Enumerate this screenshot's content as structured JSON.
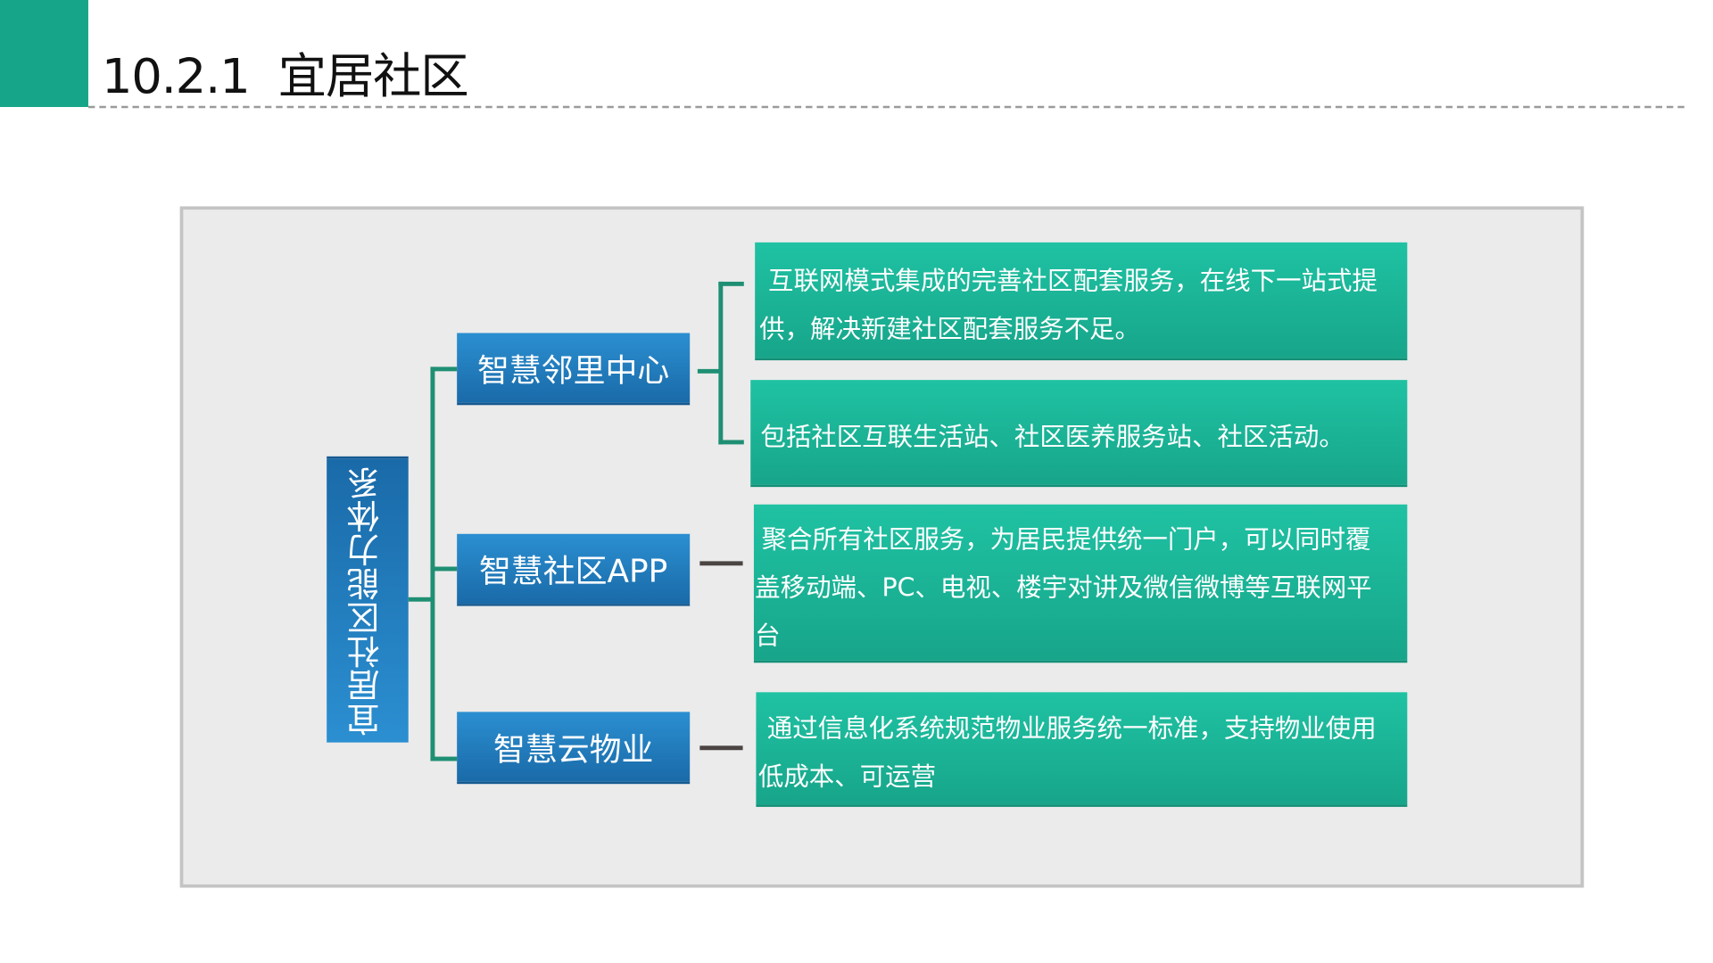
{
  "header": {
    "title": "10.2.1  宜居社区",
    "accent_color": "#17a58a"
  },
  "diagram": {
    "root": "宜居社区能力体系",
    "branches": [
      {
        "label": "智慧邻里中心",
        "details": [
          "互联网模式集成的完善社区配套服务，在线下一站式提供，解决新建社区配套服务不足。",
          "包括社区互联生活站、社区医养服务站、社区活动。"
        ]
      },
      {
        "label": "智慧社区APP",
        "details": [
          "聚合所有社区服务，为居民提供统一门户，可以同时覆盖移动端、PC、电视、楼宇对讲及微信微博等互联网平台"
        ]
      },
      {
        "label": "智慧云物业",
        "details": [
          "通过信息化系统规范物业服务统一标准，支持物业使用低成本、可运营"
        ]
      }
    ]
  }
}
